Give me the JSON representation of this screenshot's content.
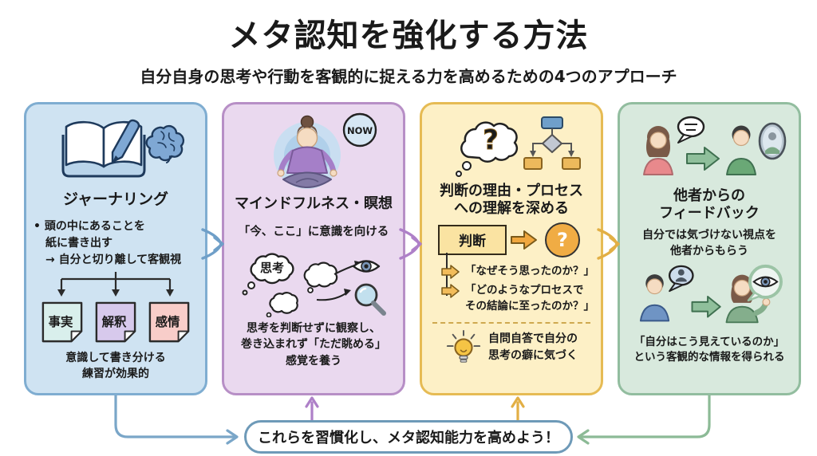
{
  "header": {
    "title": "メタ認知を強化する方法",
    "subtitle": "自分自身の思考や行動を客観的に捉える力を高めるための4つのアプローチ"
  },
  "panels": [
    {
      "title": "ジャーナリング",
      "icons": [
        "open-book-pen-icon",
        "brain-icon"
      ],
      "bullet_marker": "•",
      "bullet": {
        "line1": "頭の中にあることを",
        "line2": "紙に書き出す",
        "line3": "→ 自分と切り離して客観視"
      },
      "notes": [
        {
          "label": "事実",
          "color": "#d9efec"
        },
        {
          "label": "解釈",
          "color": "#d7c9ec"
        },
        {
          "label": "感情",
          "color": "#f8cdc9"
        }
      ],
      "footer": {
        "line1": "意識して書き分ける",
        "line2": "練習が効果的"
      }
    },
    {
      "title": "マインドフルネス・瞑想",
      "icons": [
        "meditating-person-icon",
        "now-badge",
        "thought-clouds-icon",
        "eye-icon",
        "magnifier-icon"
      ],
      "badge": "NOW",
      "lead": "「今、ここ」に意識を向ける",
      "cloud_label": "思考",
      "footer": {
        "line1": "思考を判断せずに観察し、",
        "line2": "巻き込まれず「ただ眺める」",
        "line3": "感覚を養う"
      }
    },
    {
      "title": {
        "line1": "判断の理由・プロセス",
        "line2": "への理解を深める"
      },
      "icons": [
        "question-thought-cloud-icon",
        "flowchart-icon",
        "lightbulb-icon"
      ],
      "judgment_label": "判断",
      "question_mark": "?",
      "question1": "「なぜそう思ったのか？」",
      "question2": {
        "line1": "「どのようなプロセスで",
        "line2": "その結論に至ったのか？」"
      },
      "insight": {
        "line1": "自問自答で自分の",
        "line2": "思考の癖に気づく"
      }
    },
    {
      "title": {
        "line1": "他者からの",
        "line2": "フィードバック"
      },
      "icons": [
        "feedback-people-icon",
        "mirror-icon",
        "speech-bubble-icon",
        "observer-eye-icon"
      ],
      "lead": {
        "line1": "自分では気づけない視点を",
        "line2": "他者からもらう"
      },
      "footer": {
        "line1": "「自分はこう見えているのか」",
        "line2": "という客観的な情報を得られる"
      }
    }
  ],
  "banner": {
    "text": "これらを習慣化し、メタ認知能力を高めよう！"
  },
  "colors": {
    "panel_blue": "#cfe3f2",
    "panel_blue_border": "#7fadd1",
    "panel_purple": "#ead9ef",
    "panel_purple_border": "#b78fc6",
    "panel_yellow": "#fdf0c6",
    "panel_yellow_border": "#e6bb54",
    "panel_green": "#d8e9dd",
    "panel_green_border": "#92bd9f",
    "banner_border": "#6e9ab8",
    "arrow_blue": "#6f9fc8",
    "arrow_purple": "#ae80c8",
    "arrow_gold": "#e2af45",
    "arrow_green": "#8cba96"
  }
}
